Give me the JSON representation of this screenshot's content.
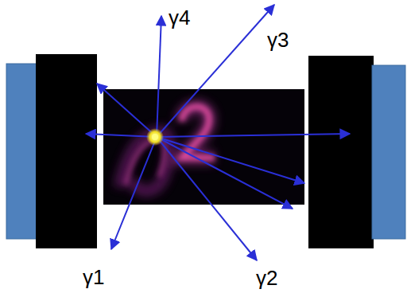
{
  "diagram": {
    "labels": [
      "γ4",
      "γ3",
      "γ1",
      "γ2"
    ]
  }
}
